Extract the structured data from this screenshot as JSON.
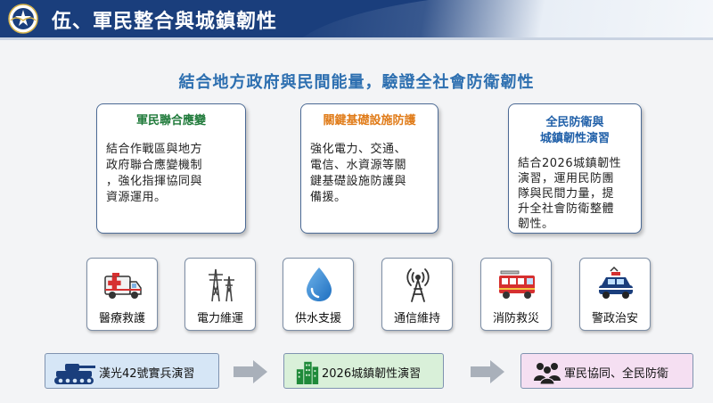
{
  "header": {
    "title": "伍、軍民整合與城鎮韌性"
  },
  "subtitle": "結合地方政府與民間能量，驗證全社會防衛韌性",
  "cards": [
    {
      "title": "軍民聯合應變",
      "body": [
        "結合作戰區與地方",
        "政府聯合應變機制",
        "，強化指揮協同與",
        "資源運用。"
      ]
    },
    {
      "title": "關鍵基礎設施防護",
      "body": [
        "強化電力、交通、",
        "電信、水資源等關",
        "鍵基礎設施防護與",
        "備援。"
      ]
    },
    {
      "title": "全民防衛與",
      "title2": "城鎮韌性演習",
      "body": [
        "結合2026城鎮韌性",
        "演習，運用民防團",
        "隊與民間力量，提",
        "升全社會防衛整體",
        "韌性。"
      ]
    }
  ],
  "tiles": [
    {
      "label": "醫療救護",
      "icon": "ambulance-icon"
    },
    {
      "label": "電力維運",
      "icon": "power-tower-icon"
    },
    {
      "label": "供水支援",
      "icon": "water-drop-icon"
    },
    {
      "label": "通信維持",
      "icon": "antenna-icon"
    },
    {
      "label": "消防救災",
      "icon": "fire-truck-icon"
    },
    {
      "label": "警政治安",
      "icon": "police-car-icon"
    }
  ],
  "flow": [
    {
      "label": "漢光42號實兵演習",
      "icon": "tank-icon"
    },
    {
      "label": "2026城鎮韌性演習",
      "icon": "city-buildings-icon"
    },
    {
      "label": "軍民協同、全民防衛",
      "icon": "people-icon"
    }
  ],
  "colors": {
    "header_bg": "#1a3e7c",
    "subtitle": "#2d6fb0",
    "card1_title": "#1f7a3a",
    "card2_title": "#e07b18",
    "card3_title": "#1f5fa8"
  }
}
